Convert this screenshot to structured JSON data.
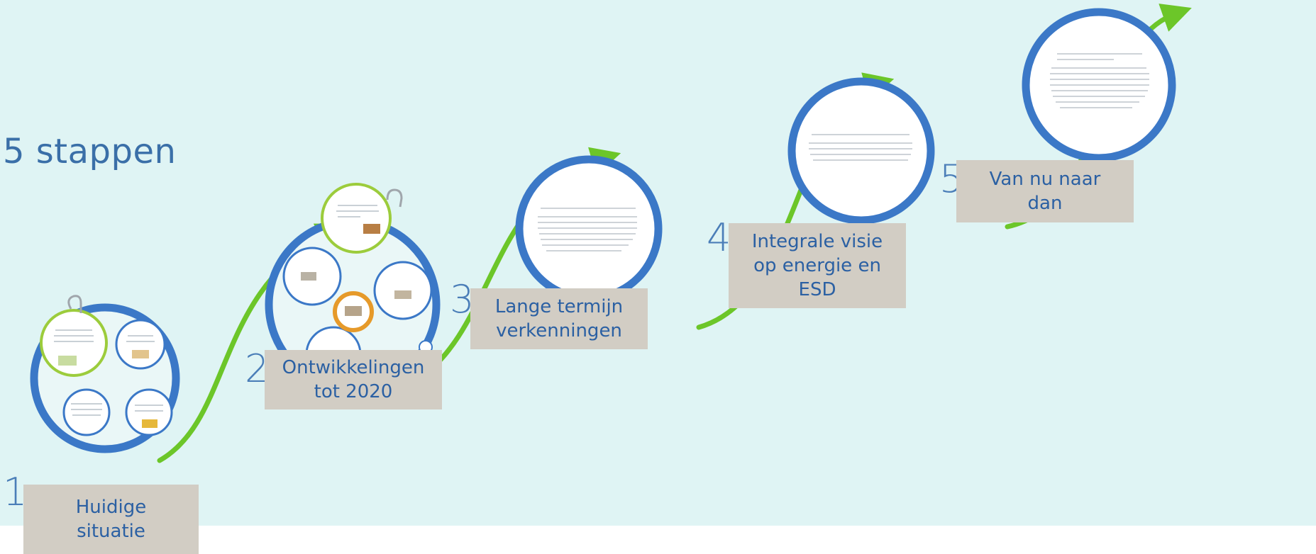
{
  "title": "5 stappen",
  "colors": {
    "background": "#dff4f4",
    "ring": "#3b78c7",
    "arrow": "#6cc629",
    "label_bg": "#d2cdc4",
    "label_text": "#2b60a3",
    "number": "#4b7eb8"
  },
  "steps": [
    {
      "number": "1",
      "label": "Huidige situatie"
    },
    {
      "number": "2",
      "label": "Ontwikkelingen tot 2020"
    },
    {
      "number": "3",
      "label": "Lange termijn verkenningen"
    },
    {
      "number": "4",
      "label": "Integrale visie op energie en ESD"
    },
    {
      "number": "5",
      "label": "Van nu naar dan"
    }
  ]
}
